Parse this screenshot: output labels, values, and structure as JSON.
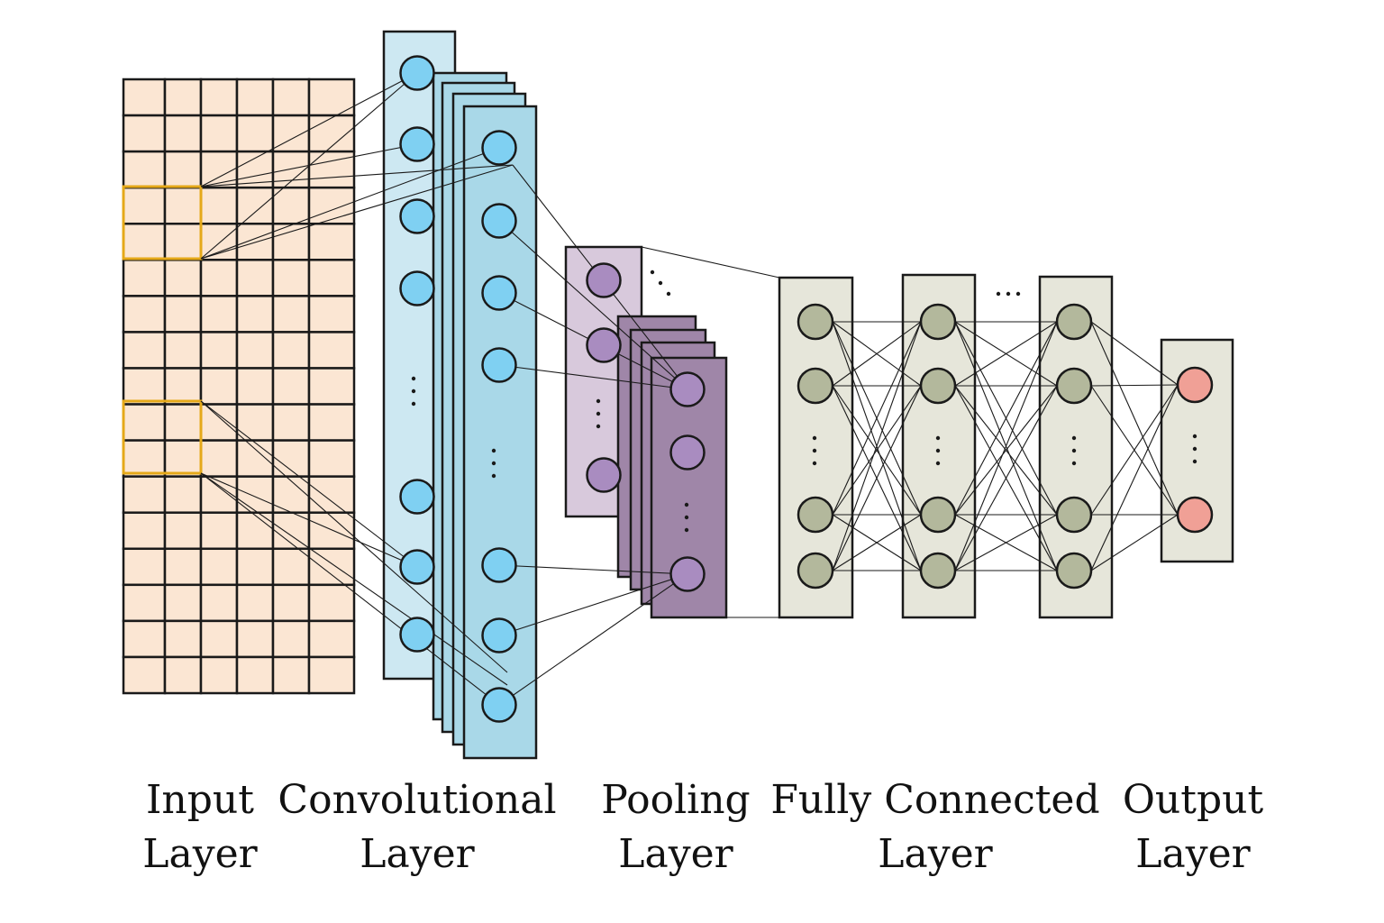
{
  "colors": {
    "input_cell": "#fbe6d3",
    "input_highlight": "#e5a919",
    "conv_back": "#cde8f2",
    "conv_front": "#a9d8e8",
    "conv_neuron": "#7fd0f2",
    "pool_back": "#d8c9dc",
    "pool_front": "#9f86a8",
    "pool_neuron": "#a98cc0",
    "fc_panel": "#e6e6da",
    "fc_neuron": "#b3b89c",
    "output_neuron": "#f0a096",
    "stroke": "#1a1a1a"
  },
  "layers": [
    {
      "id": "input",
      "label": "Input\nLayer"
    },
    {
      "id": "conv",
      "label": "Convolutional\nLayer"
    },
    {
      "id": "pool",
      "label": "Pooling\nLayer"
    },
    {
      "id": "fc",
      "label": "Fully Connected\nLayer"
    },
    {
      "id": "output",
      "label": "Output\nLayer"
    }
  ],
  "ellipsis_symbol": "…"
}
